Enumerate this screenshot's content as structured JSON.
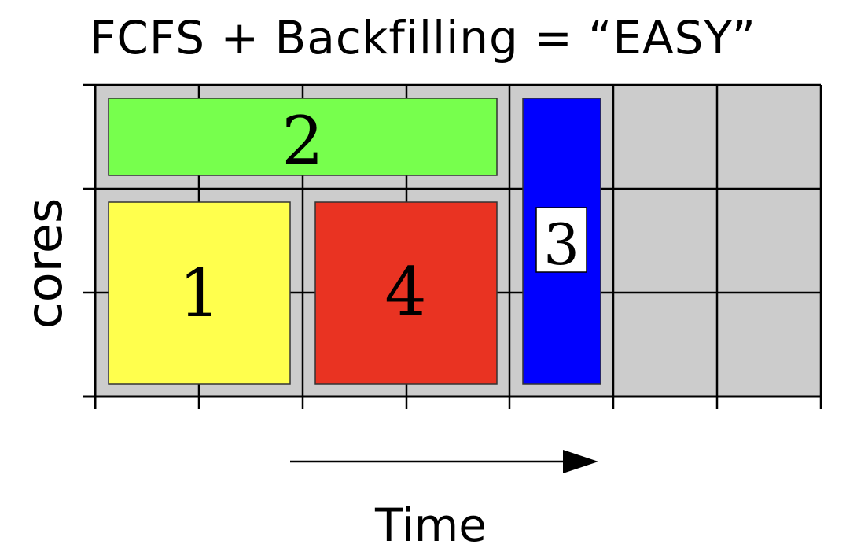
{
  "title": "FCFS + Backfilling = “EASY”",
  "axes": {
    "y_label": "cores",
    "x_label": "Time"
  },
  "grid": {
    "columns": 7,
    "rows": 3,
    "cell_color": "#cccccc"
  },
  "jobs": [
    {
      "id": "1",
      "label": "1",
      "color": "#ffff4d",
      "start": 0,
      "end": 2,
      "cores_from": 0,
      "cores_to": 2
    },
    {
      "id": "2",
      "label": "2",
      "color": "#77ff4d",
      "start": 0,
      "end": 4,
      "cores_from": 2,
      "cores_to": 3
    },
    {
      "id": "4",
      "label": "4",
      "color": "#e93322",
      "start": 2,
      "end": 4,
      "cores_from": 0,
      "cores_to": 2
    },
    {
      "id": "3",
      "label": "3",
      "color": "#0000ff",
      "start": 4.1,
      "end": 4.9,
      "cores_from": 0,
      "cores_to": 3
    }
  ]
}
